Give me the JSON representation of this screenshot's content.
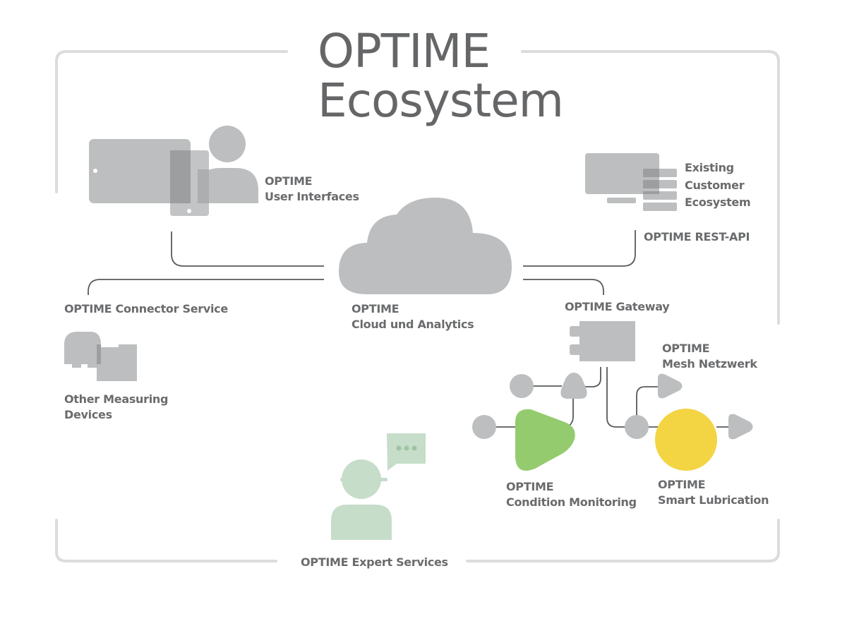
{
  "title": {
    "line1": "OPTIME",
    "line2": "Ecosystem"
  },
  "colors": {
    "frame": "#dcdcdc",
    "icon_gray": "#bdbebf",
    "icon_overlap": "#9d9ea0",
    "connector": "#58595b",
    "text": "#6a6b6d",
    "condition_monitoring": "#94cb6e",
    "smart_lubrication": "#f3d443",
    "expert_services": "#c6ddc9",
    "expert_dots": "#9fc3a5"
  },
  "nodes": {
    "user_interfaces": {
      "line1": "OPTIME",
      "line2": "User Interfaces",
      "icon": "tablet-phone-user-icon"
    },
    "customer_ecosystem": {
      "line1": "Existing",
      "line2": "Customer",
      "line3": "Ecosystem",
      "icon": "monitor-server-icon"
    },
    "rest_api": {
      "label": "OPTIME REST-API"
    },
    "cloud": {
      "line1": "OPTIME",
      "line2": "Cloud und Analytics",
      "icon": "cloud-icon"
    },
    "connector_service": {
      "label": "OPTIME Connector Service"
    },
    "other_devices": {
      "line1": "Other Measuring",
      "line2": "Devices",
      "icon": "measuring-device-icon"
    },
    "gateway": {
      "label": "OPTIME Gateway",
      "icon": "gateway-box-icon"
    },
    "mesh": {
      "line1": "OPTIME",
      "line2": "Mesh Netzwerk"
    },
    "condition_monitoring": {
      "line1": "OPTIME",
      "line2": "Condition Monitoring",
      "icon": "green-triangle-sensor-icon"
    },
    "smart_lubrication": {
      "line1": "OPTIME",
      "line2": "Smart Lubrication",
      "icon": "yellow-circle-lubricator-icon"
    },
    "expert_services": {
      "label": "OPTIME Expert Services",
      "icon": "expert-speech-icon"
    }
  }
}
